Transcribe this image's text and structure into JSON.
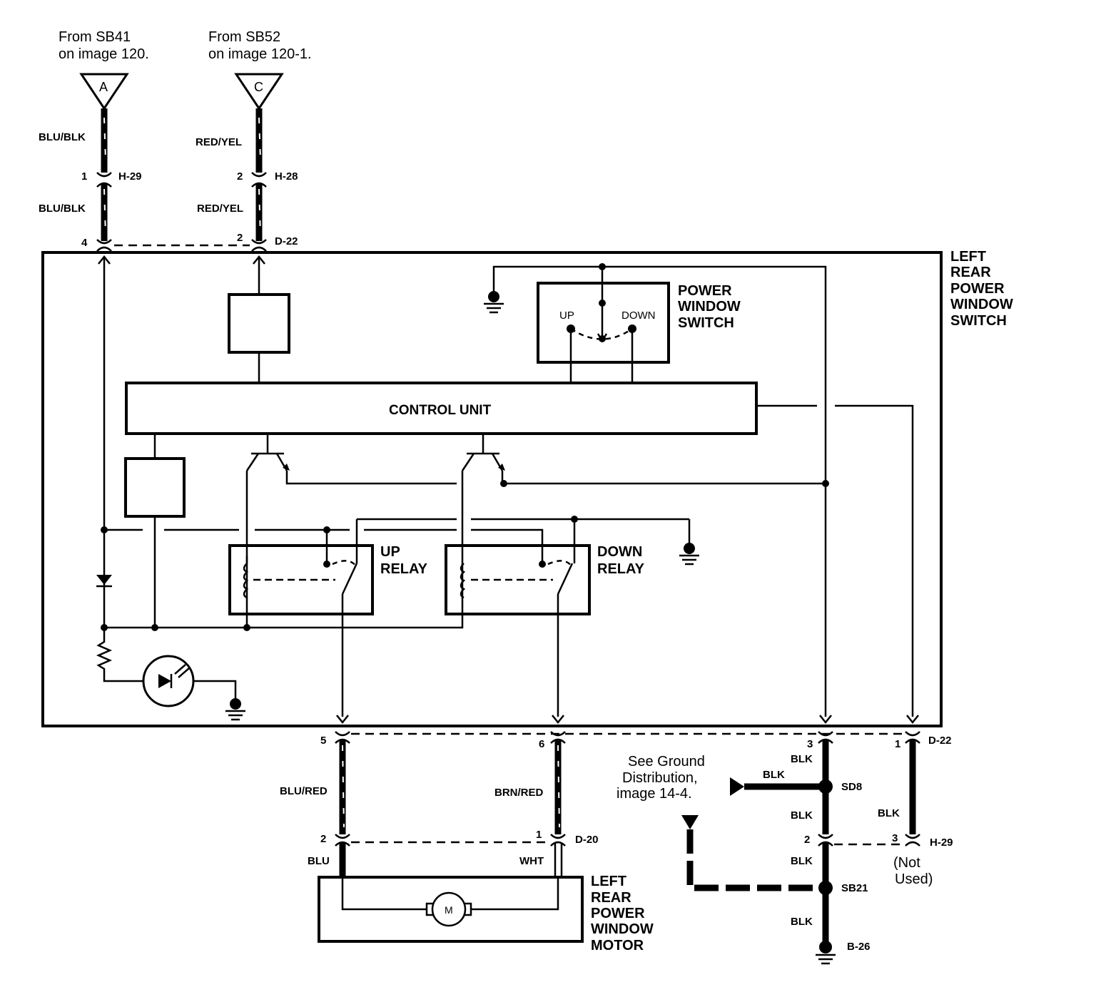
{
  "sources": [
    {
      "line1": "From SB41",
      "line2": "on image 120.",
      "connector_letter": "A"
    },
    {
      "line1": "From SB52",
      "line2": "on image 120-1.",
      "connector_letter": "C"
    }
  ],
  "wire_labels": {
    "a_upper": "BLU/BLK",
    "a_lower": "BLU/BLK",
    "c_upper": "RED/YEL",
    "c_lower": "RED/YEL",
    "motor_left": "BLU/RED",
    "motor_right": "BRN/RED",
    "motor_left_short": "BLU",
    "motor_right_short": "WHT",
    "gnd_top": "BLK",
    "gnd_feed": "BLK",
    "gnd_mid": "BLK",
    "gnd_lower": "BLK",
    "gnd_bottom": "BLK",
    "h29_wire": "BLK"
  },
  "connectors": {
    "h29": "H-29",
    "h28": "H-28",
    "d22_top": "D-22",
    "d22_bottom": "D-22",
    "d20": "D-20",
    "h29_bottom": "H-29",
    "sd8": "SD8",
    "sb21": "SB21",
    "b26": "B-26"
  },
  "pins": {
    "h29_a": "1",
    "h28_c": "2",
    "d22_a": "4",
    "d22_c": "2",
    "d22_5": "5",
    "d22_6": "6",
    "d22_3": "3",
    "d22_1": "1",
    "d20_2": "2",
    "d20_1": "1",
    "h29_b2": "2",
    "h29_b3": "3"
  },
  "component_labels": {
    "switch_assembly": [
      "LEFT",
      "REAR",
      "POWER",
      "WINDOW",
      "SWITCH"
    ],
    "power_window_switch": [
      "POWER",
      "WINDOW",
      "SWITCH"
    ],
    "switch_up": "UP",
    "switch_down": "DOWN",
    "control_unit": "CONTROL UNIT",
    "up_relay": [
      "UP",
      "RELAY"
    ],
    "down_relay": [
      "DOWN",
      "RELAY"
    ],
    "motor_symbol": "M",
    "motor": [
      "LEFT",
      "REAR",
      "POWER",
      "WINDOW",
      "MOTOR"
    ]
  },
  "notes": {
    "ground_ref": [
      "See Ground",
      "Distribution,",
      "image 14-4."
    ],
    "not_used": [
      "(Not",
      "Used)"
    ]
  }
}
